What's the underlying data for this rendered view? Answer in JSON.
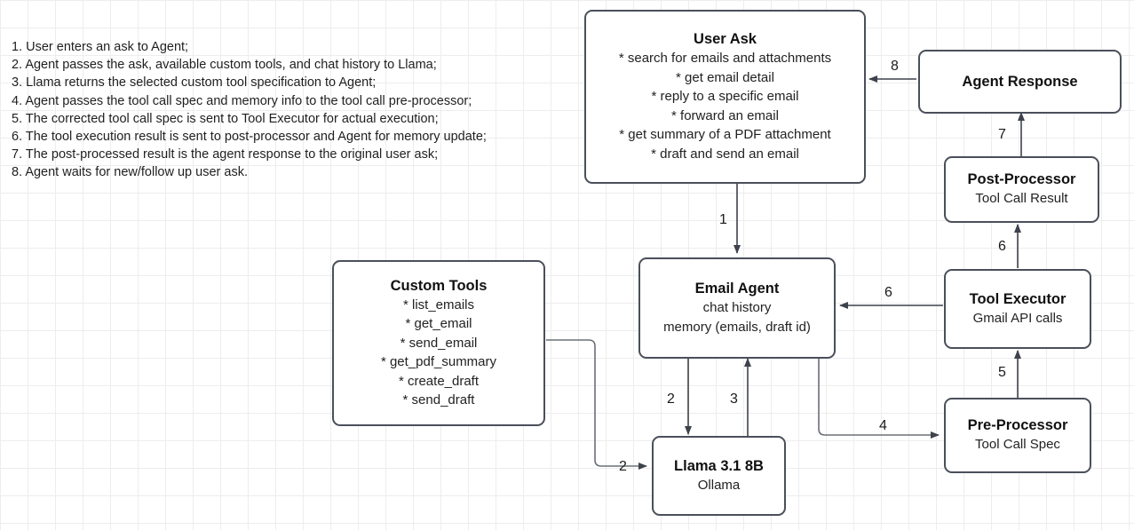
{
  "diagram": {
    "legend": {
      "name": "process-steps-legend",
      "lines": [
        "1. User enters an ask to Agent;",
        "2. Agent passes the ask, available custom tools, and chat history to Llama;",
        "3. Llama returns the selected custom tool specification to Agent;",
        "4. Agent passes the tool call spec and memory info to the tool call pre-processor;",
        "5. The corrected tool call spec is sent to Tool Executor for actual execution;",
        "6. The tool execution result is sent to post-processor and Agent for memory update;",
        "7. The post-processed result is the agent response to the original user ask;",
        "8. Agent waits for new/follow up user ask."
      ]
    },
    "nodes": {
      "user_ask": {
        "title": "User Ask",
        "items": [
          "* search for emails and attachments",
          "* get email detail",
          "* reply to a specific email",
          "* forward an email",
          "* get summary of a PDF attachment",
          "* draft and send an email"
        ]
      },
      "custom_tools": {
        "title": "Custom Tools",
        "items": [
          "* list_emails",
          "* get_email",
          "* send_email",
          "* get_pdf_summary",
          "* create_draft",
          "* send_draft"
        ]
      },
      "email_agent": {
        "title": "Email Agent",
        "sub1": "chat history",
        "sub2": "memory (emails, draft id)"
      },
      "llama": {
        "title": "Llama 3.1 8B",
        "sub1": "Ollama"
      },
      "agent_response": {
        "title": "Agent Response"
      },
      "post_processor": {
        "title": "Post-Processor",
        "sub1": "Tool Call Result"
      },
      "tool_executor": {
        "title": "Tool Executor",
        "sub1": "Gmail API calls"
      },
      "pre_processor": {
        "title": "Pre-Processor",
        "sub1": "Tool Call Spec"
      }
    },
    "edges": {
      "user_ask_to_email_agent": "1",
      "email_agent_to_llama": "2",
      "custom_tools_to_llama": "2",
      "llama_to_email_agent": "3",
      "email_agent_to_pre_processor": "4",
      "pre_processor_to_tool_executor": "5",
      "tool_executor_to_email_agent": "6",
      "tool_executor_to_post_processor": "6",
      "post_processor_to_agent_response": "7",
      "agent_response_to_user_ask": "8"
    },
    "colors": {
      "border": "#4a4f5a",
      "wire": "#6b7076",
      "grid_minor": "#ededed",
      "grid_major": "#e0e0e0",
      "text": "#1a1a1a"
    }
  }
}
